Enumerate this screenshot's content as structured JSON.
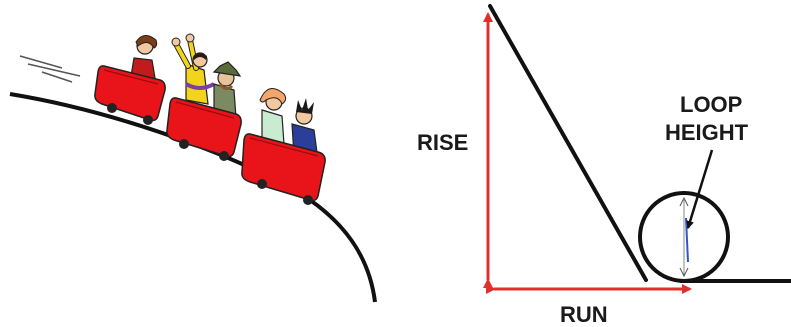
{
  "labels": {
    "rise": "RISE",
    "run": "RUN",
    "loop_height_line1": "LOOP",
    "loop_height_line2": "HEIGHT"
  },
  "colors": {
    "arrow": "#e0302e",
    "track": "#111111",
    "car": "#e8141a",
    "loop_height_marker": "#3355cc"
  },
  "illustration": {
    "subject": "roller coaster cars with riders descending a curved hill",
    "car_count": 3
  }
}
